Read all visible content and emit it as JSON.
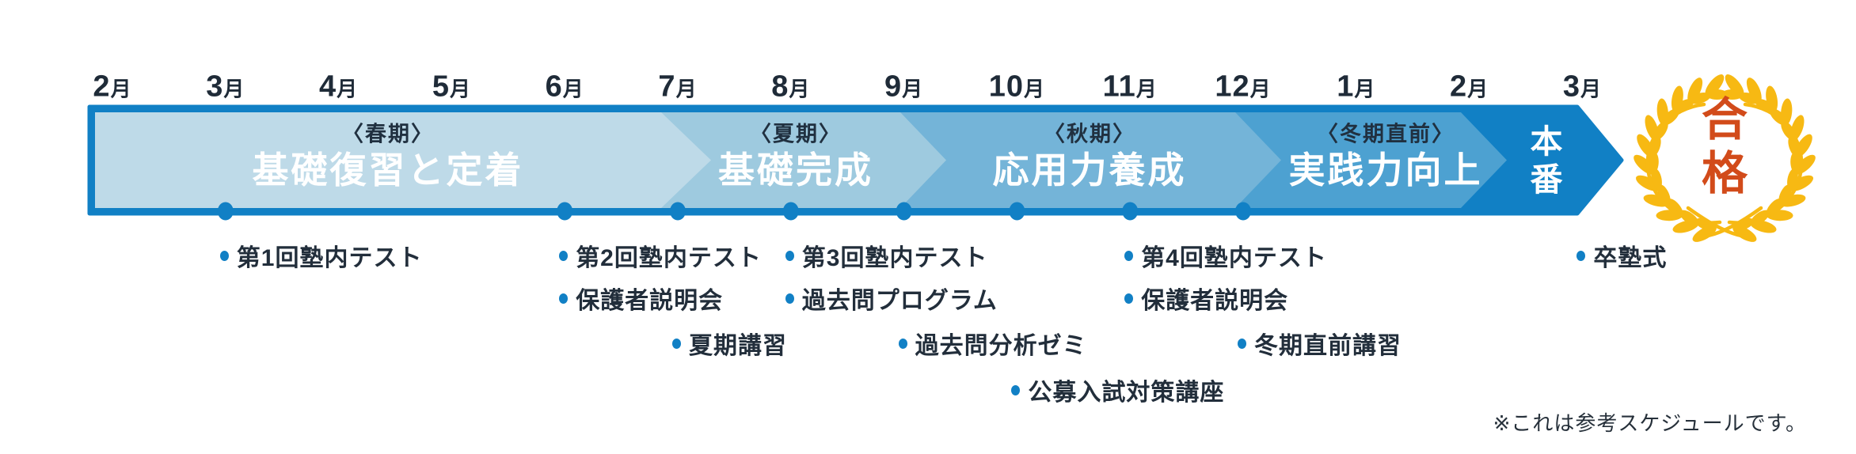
{
  "diagram": {
    "months": [
      "2月",
      "3月",
      "4月",
      "5月",
      "6月",
      "7月",
      "8月",
      "9月",
      "10月",
      "11月",
      "12月",
      "1月",
      "2月",
      "3月"
    ],
    "milestone_month_indices": [
      1,
      4,
      5,
      6,
      7,
      8,
      9,
      10
    ],
    "phases": [
      {
        "kicker": "〈春期〉",
        "title": "基礎復習と定着",
        "color": "#bedae8"
      },
      {
        "kicker": "〈夏期〉",
        "title": "基礎完成",
        "color": "#9ecadf"
      },
      {
        "kicker": "〈秋期〉",
        "title": "応用力養成",
        "color": "#74b4d8"
      },
      {
        "kicker": "〈冬期直前〉",
        "title": "実践力向上",
        "color": "#4da1d1"
      }
    ],
    "final_stage": "本番",
    "goal": "合格",
    "events": [
      {
        "label": "第1回塾内テスト",
        "month_index": 1,
        "row": 0
      },
      {
        "label": "第2回塾内テスト",
        "month_index": 4,
        "row": 0
      },
      {
        "label": "保護者説明会",
        "month_index": 4,
        "row": 1
      },
      {
        "label": "夏期講習",
        "month_index": 5,
        "row": 2
      },
      {
        "label": "第3回塾内テスト",
        "month_index": 6,
        "row": 0
      },
      {
        "label": "過去問プログラム",
        "month_index": 6,
        "row": 1
      },
      {
        "label": "過去問分析ゼミ",
        "month_index": 7,
        "row": 2
      },
      {
        "label": "公募入試対策講座",
        "month_index": 8,
        "row": 3
      },
      {
        "label": "第4回塾内テスト",
        "month_index": 9,
        "row": 0
      },
      {
        "label": "保護者説明会",
        "month_index": 9,
        "row": 1
      },
      {
        "label": "冬期直前講習",
        "month_index": 10,
        "row": 2
      },
      {
        "label": "卒塾式",
        "month_index": 13,
        "row": 0
      }
    ],
    "note": "※これは参考スケジュールです。",
    "colors": {
      "band": "#1180c5",
      "text_dark": "#1f2b38",
      "phase_title": "#ffffff",
      "goal_text": "#d24b1a",
      "wreath": "#f7b913"
    }
  }
}
